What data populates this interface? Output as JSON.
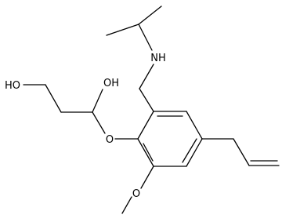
{
  "molecule": {
    "atoms": [
      {
        "id": "nh",
        "label": "NH"
      },
      {
        "id": "oh_top",
        "label": "OH"
      },
      {
        "id": "ho_left",
        "label": "HO"
      },
      {
        "id": "o_ether",
        "label": "O"
      },
      {
        "id": "o_methoxy",
        "label": "O"
      }
    ]
  },
  "colors": {
    "bond": "#000000",
    "label": "#000000",
    "background": "#ffffff"
  }
}
